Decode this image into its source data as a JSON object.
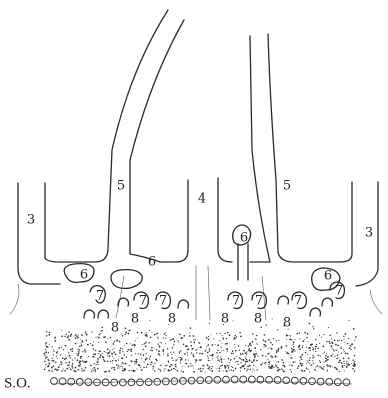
{
  "figure": {
    "labels": [
      {
        "id": "label-3-left",
        "text": "3"
      },
      {
        "id": "label-5-left",
        "text": "5"
      },
      {
        "id": "label-4",
        "text": "4"
      },
      {
        "id": "label-5-right",
        "text": "5"
      },
      {
        "id": "label-3-right",
        "text": "3"
      },
      {
        "id": "label-6-a",
        "text": "6"
      },
      {
        "id": "label-6-b",
        "text": "6"
      },
      {
        "id": "label-6-c",
        "text": "6"
      },
      {
        "id": "label-6-d",
        "text": "6"
      },
      {
        "id": "label-7-a",
        "text": "7"
      },
      {
        "id": "label-7-b",
        "text": "7"
      },
      {
        "id": "label-7-c",
        "text": "7"
      },
      {
        "id": "label-7-d",
        "text": "7"
      },
      {
        "id": "label-7-e",
        "text": "7"
      },
      {
        "id": "label-7-f",
        "text": "7"
      },
      {
        "id": "label-7-g",
        "text": "7"
      },
      {
        "id": "label-8-a",
        "text": "8"
      },
      {
        "id": "label-8-b",
        "text": "8"
      },
      {
        "id": "label-8-c",
        "text": "8"
      },
      {
        "id": "label-8-d",
        "text": "8"
      },
      {
        "id": "label-8-e",
        "text": "8"
      },
      {
        "id": "label-8-f",
        "text": "8"
      }
    ],
    "so_label": "S.O."
  }
}
